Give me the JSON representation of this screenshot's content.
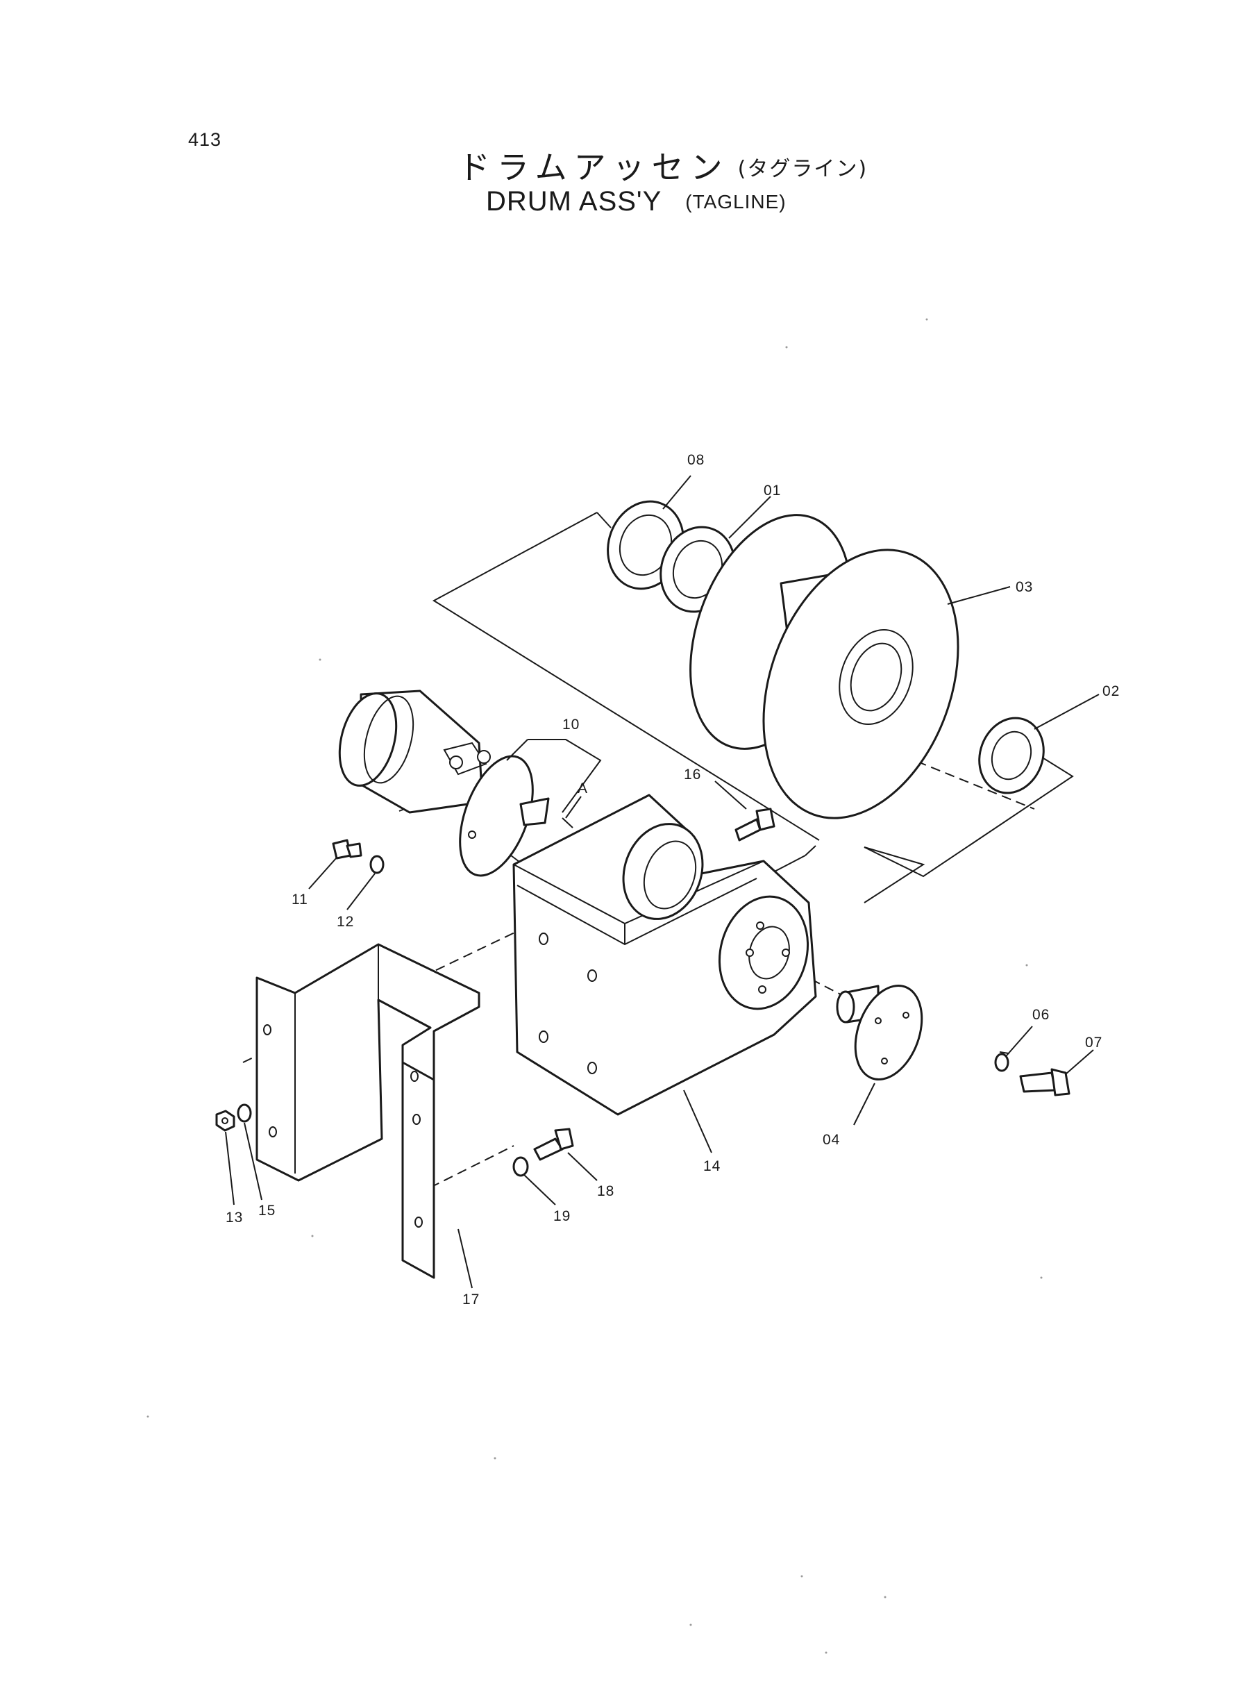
{
  "page_number": "413",
  "title": {
    "japanese": "ドラムアッセン",
    "japanese_sub": "(タグライン)",
    "english": "DRUM ASS'Y",
    "english_sub": "(TAGLINE)"
  },
  "callouts": [
    {
      "id": "08",
      "label": "08"
    },
    {
      "id": "01",
      "label": "01"
    },
    {
      "id": "03",
      "label": "03"
    },
    {
      "id": "02",
      "label": "02"
    },
    {
      "id": "10",
      "label": "10"
    },
    {
      "id": "A",
      "label": "A"
    },
    {
      "id": "16",
      "label": "16"
    },
    {
      "id": "11",
      "label": "11"
    },
    {
      "id": "12",
      "label": "12"
    },
    {
      "id": "06",
      "label": "06"
    },
    {
      "id": "07",
      "label": "07"
    },
    {
      "id": "04",
      "label": "04"
    },
    {
      "id": "14",
      "label": "14"
    },
    {
      "id": "18",
      "label": "18"
    },
    {
      "id": "19",
      "label": "19"
    },
    {
      "id": "13",
      "label": "13"
    },
    {
      "id": "15",
      "label": "15"
    },
    {
      "id": "17",
      "label": "17"
    }
  ]
}
